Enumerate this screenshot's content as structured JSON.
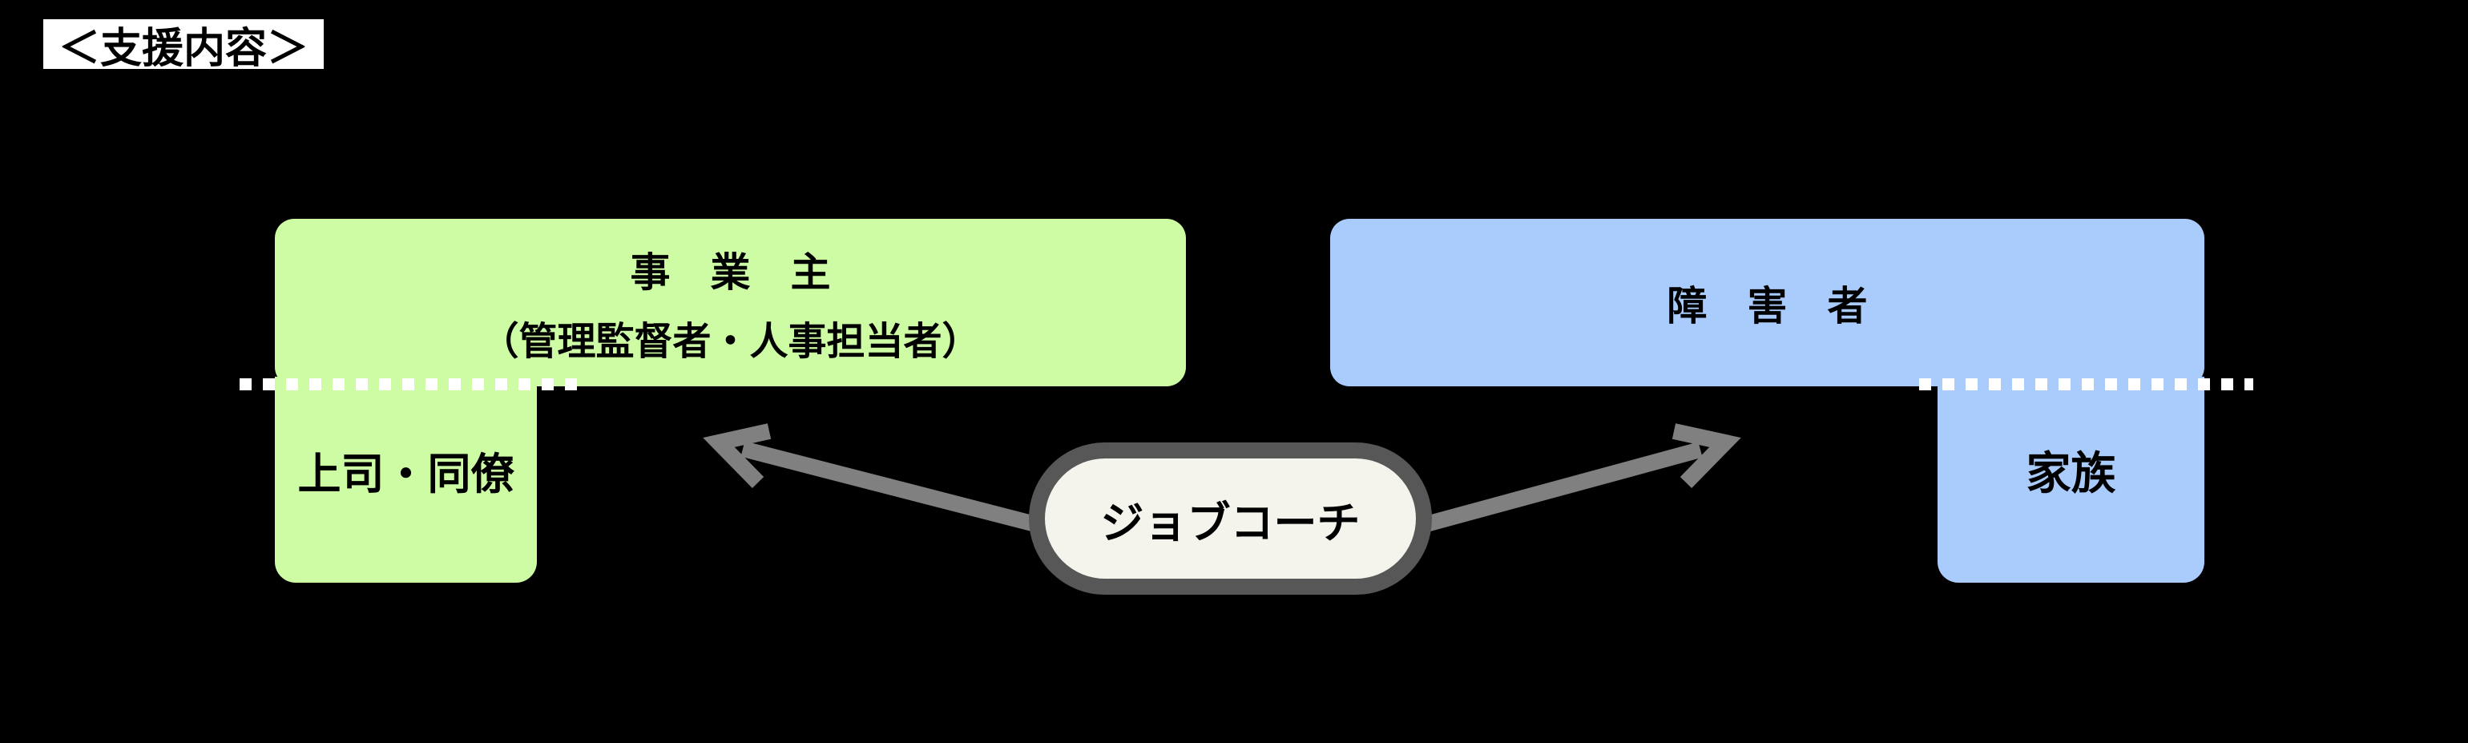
{
  "title": "＜支援内容＞",
  "employer": {
    "line1": "事　業　主",
    "line2": "（管理監督者・人事担当者）"
  },
  "colleagues": {
    "label": "上司・同僚"
  },
  "disabled": {
    "label": "障　害　者"
  },
  "family": {
    "label": "家族"
  },
  "jobcoach": {
    "label": "ジョブコーチ"
  },
  "colors": {
    "background": "#000000",
    "employer_fill": "#cdfca5",
    "disabled_fill": "#aaccfc",
    "jobcoach_fill": "#f4f3ec",
    "jobcoach_border": "#575757",
    "arrow": "#808080",
    "dashed_line": "#ffffff",
    "title_bg": "#ffffff",
    "text": "#000000"
  }
}
